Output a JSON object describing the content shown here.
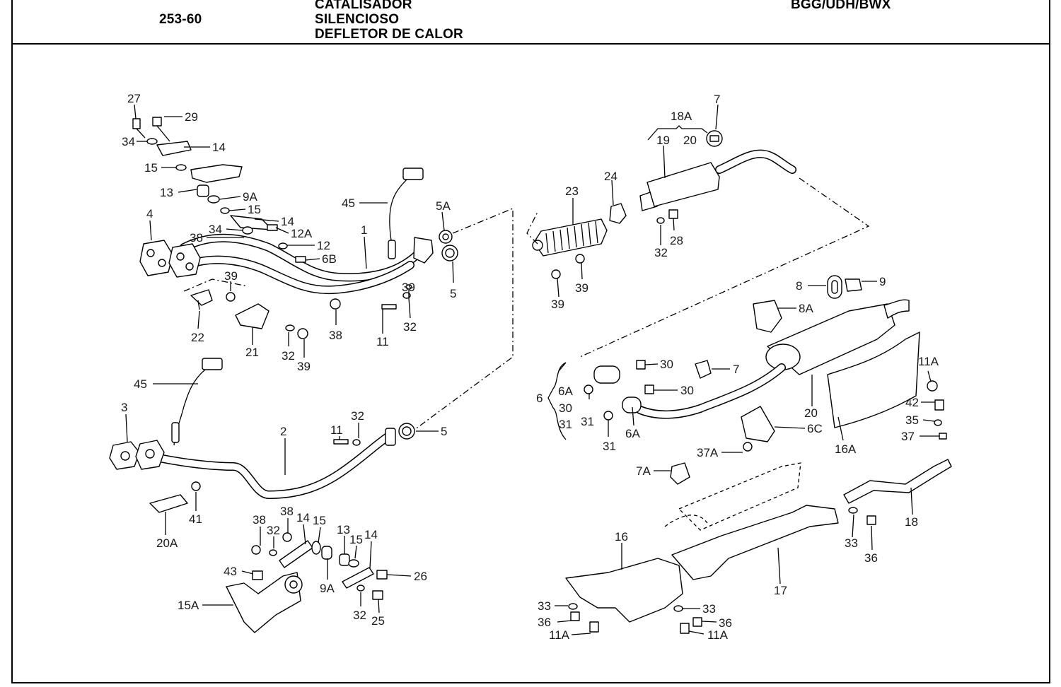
{
  "header": {
    "group_code": "253-60",
    "titles": [
      "CATALISADOR",
      "SILENCIOSO",
      "DEFLETOR DE CALOR"
    ],
    "engine_codes": "BGG/UDH/BWX"
  },
  "callouts": [
    "27",
    "29",
    "34",
    "14",
    "15",
    "13",
    "9A",
    "15",
    "14",
    "34",
    "12A",
    "12",
    "6B",
    "4",
    "38",
    "1",
    "45",
    "5A",
    "5",
    "39",
    "22",
    "21",
    "32",
    "39",
    "38",
    "11",
    "32",
    "39",
    "45",
    "3",
    "2",
    "11",
    "32",
    "5",
    "41",
    "20A",
    "38",
    "32",
    "38",
    "14",
    "15",
    "13",
    "15",
    "14",
    "9A",
    "43",
    "26",
    "15A",
    "32",
    "25",
    "7",
    "18A",
    "20",
    "19",
    "24",
    "23",
    "28",
    "32",
    "39",
    "39",
    "8",
    "9",
    "8A",
    "30",
    "7",
    "30",
    "6",
    "6A",
    "30",
    "31",
    "31",
    "31",
    "6A",
    "11A",
    "42",
    "35",
    "37",
    "6C",
    "16A",
    "37A",
    "20",
    "7A",
    "18",
    "33",
    "36",
    "16",
    "17",
    "33",
    "36",
    "33",
    "36",
    "11A",
    "11A"
  ]
}
